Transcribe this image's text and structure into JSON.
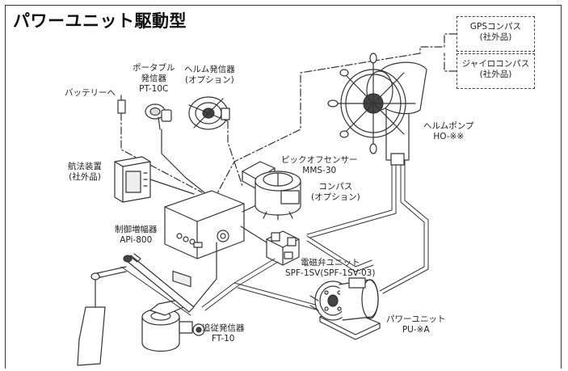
{
  "title": "パワーユニット駆動型",
  "colors": {
    "line": "#333333",
    "accent_band": "#ffffff"
  },
  "labels": {
    "gps": [
      "GPSコンパス",
      "(社外品)"
    ],
    "gyro": [
      "ジャイロコンパス",
      "(社外品)"
    ],
    "battery": "バッテリーへ",
    "portable": [
      "ポータブル",
      "発信器",
      "PT-10C"
    ],
    "helm_tx": [
      "ヘルム発信器",
      "(オプション)"
    ],
    "helm_pump": [
      "ヘルムポンプ",
      "HO-※※"
    ],
    "pickoff": [
      "ピックオフセンサー",
      "MMS-30"
    ],
    "compass": [
      "コンパス",
      "(オプション)"
    ],
    "nav": [
      "航法装置",
      "(社外品)"
    ],
    "amp": [
      "制御増幅器",
      "APi-800"
    ],
    "solenoid": [
      "電磁弁ユニット",
      "SPF-1SV(SPF-1SV-03)"
    ],
    "follower": [
      "追従発信器",
      "FT-10"
    ],
    "power_unit": [
      "パワーユニット",
      "PU-※A"
    ]
  }
}
